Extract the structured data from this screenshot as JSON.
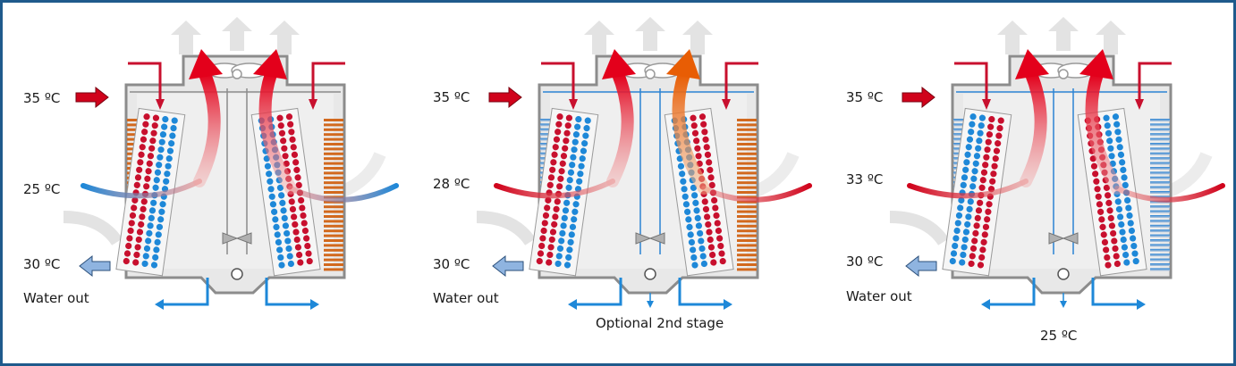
{
  "panels": [
    {
      "air_in_temp": "35 ºC",
      "mid_temp": "25 ºC",
      "water_out_temp": "30 ºC",
      "water_out_label": "Water out",
      "bottom_label": ""
    },
    {
      "air_in_temp": "35 ºC",
      "mid_temp": "28 ºC",
      "water_out_temp": "30 ºC",
      "water_out_label": "Water out",
      "bottom_label": "Optional 2nd stage"
    },
    {
      "air_in_temp": "35 ºC",
      "mid_temp": "33 ºC",
      "water_out_temp": "30 ºC",
      "water_out_label": "Water out",
      "bottom_label": "25 ºC"
    }
  ],
  "colors": {
    "frame": "#1f5a8c",
    "hot_red": "#c8102e",
    "cool_blue": "#1e88d8",
    "pad_orange": "#d2691e",
    "pad_blue": "#3a8fd8",
    "casing": "#e6e6e6",
    "casing_outline": "#8c8c8c"
  }
}
